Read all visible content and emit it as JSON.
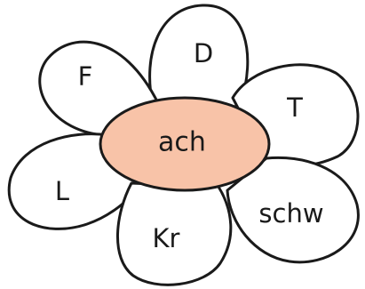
{
  "center": {
    "text": "ach",
    "color": "#f8c3a8"
  },
  "petals": [
    {
      "id": "top",
      "text": "D"
    },
    {
      "id": "upper-left",
      "text": "F"
    },
    {
      "id": "upper-right",
      "text": "T"
    },
    {
      "id": "left",
      "text": "L"
    },
    {
      "id": "lower-right",
      "text": "schw"
    },
    {
      "id": "bottom",
      "text": "Kr"
    }
  ],
  "colors": {
    "outline": "#1a1a1a",
    "petal_fill": "#ffffff"
  }
}
